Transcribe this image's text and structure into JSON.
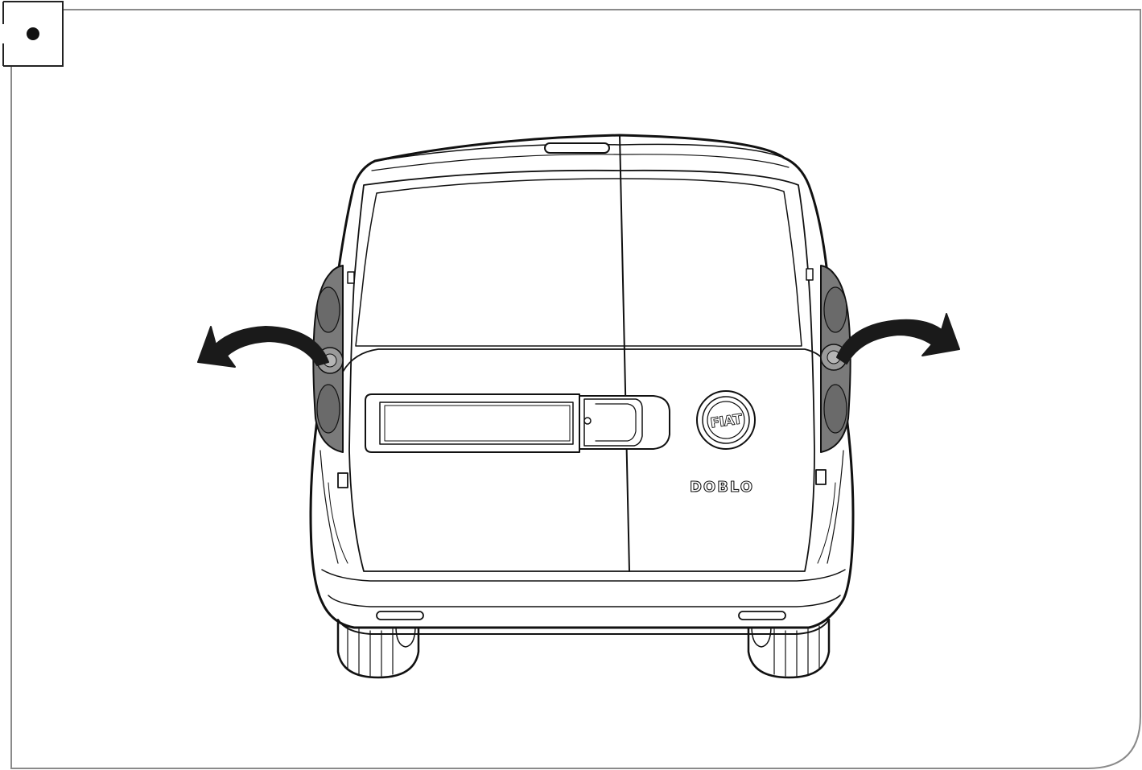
{
  "figure": {
    "badge_icon": "bullet-dot-icon",
    "subject": "van-rear-view",
    "brand_badge_text": "FIAT",
    "model_badge_text": "DOBLO",
    "arrows": [
      "curved-arrow-left-icon",
      "curved-arrow-right-icon"
    ]
  },
  "colors": {
    "frame": "#8a8a8a",
    "outline": "#111111",
    "lamp_dark": "#6f6f6f",
    "lamp_mid": "#9a9a9a",
    "arrow": "#1a1a1a"
  }
}
